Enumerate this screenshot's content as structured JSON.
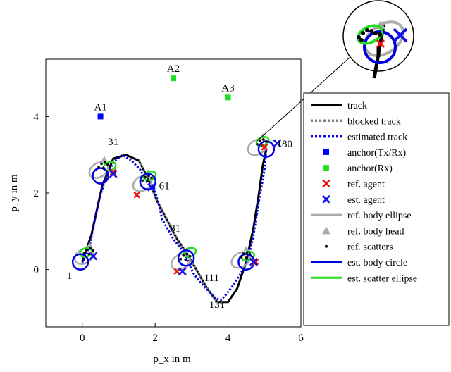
{
  "chart_data": {
    "type": "line",
    "xlabel": "p_x in m",
    "ylabel": "p_y in m",
    "xlim": [
      -1,
      6
    ],
    "ylim": [
      -1.5,
      5.5
    ],
    "xticks": [
      0,
      2,
      4,
      6
    ],
    "yticks": [
      0,
      2,
      4
    ],
    "grid": false,
    "legend_position": "right",
    "legend": [
      {
        "key": "track",
        "label": "track",
        "color": "#000000",
        "kind": "line"
      },
      {
        "key": "blocked",
        "label": "blocked track",
        "color": "#808080",
        "kind": "dotted"
      },
      {
        "key": "estimated",
        "label": "estimated track",
        "color": "#0000ee",
        "kind": "dotted"
      },
      {
        "key": "anchor_txrx",
        "label": "anchor(Tx/Rx)",
        "color": "#0000ff",
        "kind": "square"
      },
      {
        "key": "anchor_rx",
        "label": "anchor(Rx)",
        "color": "#22dd22",
        "kind": "square"
      },
      {
        "key": "ref_agent",
        "label": "ref. agent",
        "color": "#ee1111",
        "kind": "cross"
      },
      {
        "key": "est_agent",
        "label": "est. agent",
        "color": "#1111ee",
        "kind": "cross"
      },
      {
        "key": "ref_body",
        "label": "ref. body ellipse",
        "color": "#aaaaaa",
        "kind": "line"
      },
      {
        "key": "ref_head",
        "label": "ref. body head",
        "color": "#aaaaaa",
        "kind": "triangle"
      },
      {
        "key": "ref_scatters",
        "label": "ref. scatters",
        "color": "#000000",
        "kind": "dot"
      },
      {
        "key": "est_body",
        "label": "est. body circle",
        "color": "#0000dd",
        "kind": "line"
      },
      {
        "key": "est_scatter",
        "label": "est. scatter ellipse",
        "color": "#22dd22",
        "kind": "line"
      }
    ],
    "anchors": [
      {
        "label": "A1",
        "x": 0.5,
        "y": 4.0,
        "type": "anchor_txrx"
      },
      {
        "label": "A2",
        "x": 2.5,
        "y": 5.0,
        "type": "anchor_rx"
      },
      {
        "label": "A3",
        "x": 4.0,
        "y": 4.5,
        "type": "anchor_rx"
      }
    ],
    "step_labels": [
      {
        "label": "1",
        "x": -0.35,
        "y": -0.25
      },
      {
        "label": "31",
        "x": 0.85,
        "y": 3.25
      },
      {
        "label": "61",
        "x": 2.25,
        "y": 2.1
      },
      {
        "label": "81",
        "x": 2.55,
        "y": 1.0
      },
      {
        "label": "111",
        "x": 3.55,
        "y": -0.3
      },
      {
        "label": "131",
        "x": 3.7,
        "y": -1.0
      },
      {
        "label": "180",
        "x": 5.55,
        "y": 3.2
      }
    ],
    "track": {
      "x": [
        0.0,
        0.25,
        0.55,
        0.85,
        1.2,
        1.55,
        1.8,
        2.05,
        2.35,
        2.6,
        2.85,
        3.1,
        3.4,
        3.7,
        4.0,
        4.25,
        4.5,
        4.7,
        4.85,
        4.95,
        5.05
      ],
      "y": [
        0.2,
        0.9,
        2.2,
        2.9,
        3.0,
        2.85,
        2.4,
        1.8,
        1.25,
        0.8,
        0.45,
        0.05,
        -0.45,
        -0.85,
        -0.85,
        -0.5,
        0.2,
        1.1,
        2.0,
        2.7,
        3.15
      ]
    },
    "blocked_track": {
      "x": [
        1.55,
        1.8,
        2.05,
        2.35,
        2.6,
        2.85,
        3.1,
        3.4,
        3.7,
        3.85
      ],
      "y": [
        2.85,
        2.4,
        1.8,
        1.25,
        0.8,
        0.45,
        0.05,
        -0.45,
        -0.85,
        -0.9
      ]
    },
    "estimated_track": {
      "x": [
        0.0,
        0.2,
        0.45,
        0.7,
        0.9,
        1.1,
        1.35,
        1.6,
        1.75,
        1.95,
        2.1,
        2.2,
        2.35,
        2.5,
        2.7,
        2.85,
        2.95,
        3.05,
        3.25,
        3.45,
        3.65,
        3.8,
        3.95,
        4.15,
        4.35,
        4.55,
        4.7,
        4.85,
        5.0,
        5.05
      ],
      "y": [
        0.15,
        0.6,
        1.8,
        2.55,
        2.85,
        3.0,
        2.85,
        2.6,
        2.3,
        2.2,
        1.7,
        1.3,
        1.05,
        0.8,
        0.55,
        0.35,
        0.1,
        -0.1,
        -0.35,
        -0.55,
        -0.75,
        -0.8,
        -0.65,
        -0.4,
        -0.1,
        0.25,
        0.9,
        1.8,
        2.6,
        3.15
      ]
    },
    "ref_agents": [
      {
        "x": 0.3,
        "y": 0.35
      },
      {
        "x": 0.85,
        "y": 2.55
      },
      {
        "x": 1.5,
        "y": 1.95
      },
      {
        "x": 2.6,
        "y": -0.05
      },
      {
        "x": 4.75,
        "y": 0.2
      },
      {
        "x": 5.0,
        "y": 3.2
      }
    ],
    "est_agents": [
      {
        "x": 0.3,
        "y": 0.35
      },
      {
        "x": 0.85,
        "y": 2.5
      },
      {
        "x": 1.9,
        "y": 2.15
      },
      {
        "x": 2.75,
        "y": -0.05
      },
      {
        "x": 4.7,
        "y": 0.2
      },
      {
        "x": 5.35,
        "y": 3.3
      }
    ],
    "est_body_circles": [
      {
        "x": -0.05,
        "y": 0.2
      },
      {
        "x": 0.5,
        "y": 2.45
      },
      {
        "x": 1.8,
        "y": 2.3
      },
      {
        "x": 2.85,
        "y": 0.3
      },
      {
        "x": 4.5,
        "y": 0.2
      },
      {
        "x": 5.05,
        "y": 3.15
      }
    ],
    "ref_body_ellipses": [
      {
        "x": 0.05,
        "y": 0.35
      },
      {
        "x": 0.45,
        "y": 2.6
      },
      {
        "x": 1.65,
        "y": 2.25
      },
      {
        "x": 2.7,
        "y": 0.2
      },
      {
        "x": 4.35,
        "y": 0.25
      },
      {
        "x": 4.8,
        "y": 3.2
      }
    ],
    "est_scatter_ellipses": [
      {
        "x": 0.1,
        "y": 0.45
      },
      {
        "x": 0.75,
        "y": 2.7
      },
      {
        "x": 1.85,
        "y": 2.45
      },
      {
        "x": 2.95,
        "y": 0.45
      },
      {
        "x": 4.55,
        "y": 0.35
      },
      {
        "x": 4.95,
        "y": 3.35
      }
    ]
  }
}
